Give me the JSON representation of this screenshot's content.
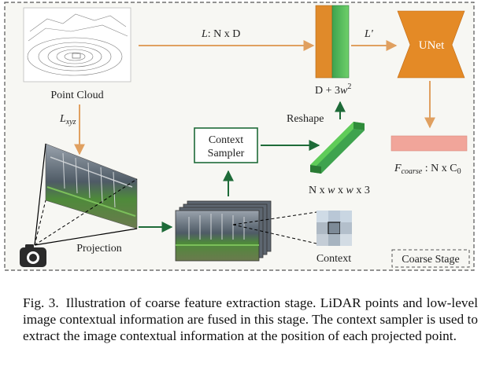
{
  "labels": {
    "point_cloud": "Point Cloud",
    "l_nxd_prefix": "L",
    "l_nxd_suffix": ": N x D",
    "l_prime": "L'",
    "d_plus_prefix": "D + 3",
    "d_plus_w": "w",
    "d_plus_exp": "2",
    "unet": "UNet",
    "lxyz_main": "L",
    "lxyz_sub": "xyz",
    "reshape": "Reshape",
    "context_sampler_line1": "Context",
    "context_sampler_line2": "Sampler",
    "f_main": "F",
    "f_sub": "coarse",
    "f_rest": " : N x C",
    "f_c_sub": "0",
    "nwxw_a": "N x ",
    "nwxw_w1": "w",
    "nwxw_b": " x ",
    "nwxw_w2": "w",
    "nwxw_c": " x 3",
    "projection": "Projection",
    "context": "Context",
    "coarse_stage": "Coarse Stage"
  },
  "caption": {
    "label": "Fig. 3.",
    "text": "Illustration of coarse feature extraction stage. LiDAR points and low-level image contextual information are fused in this stage. The context sampler is used to extract the image contextual information at the position of each projected point."
  },
  "colors": {
    "orange": "#E08A2A",
    "green": "#5CB85C",
    "dark_green": "#1E6B38",
    "unet_orange": "#E48A26",
    "salmon": "#F1A59A",
    "arrow_orange": "#E0A060"
  }
}
